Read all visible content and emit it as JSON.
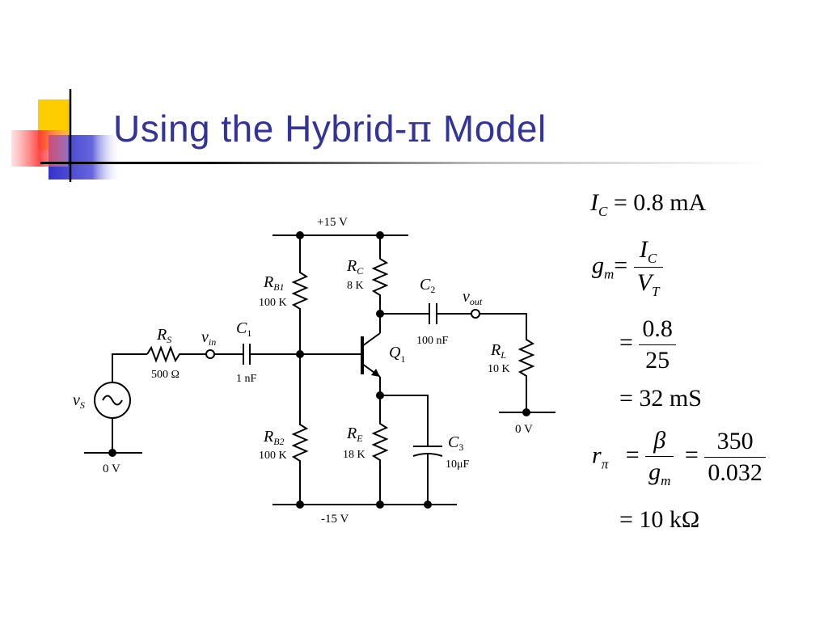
{
  "slide": {
    "title_prefix": "Using the Hybrid-",
    "title_symbol": "π",
    "title_suffix": " Model"
  },
  "colors": {
    "title": "#333399",
    "deco_yellow": "#ffcc00",
    "deco_blue": "#3333cc",
    "deco_red": "#ff3333"
  },
  "circuit": {
    "supply_pos": "+15 V",
    "supply_neg": "-15 V",
    "ground_left": "0 V",
    "ground_right": "0 V",
    "vs": {
      "sym": "v",
      "sub": "S"
    },
    "rs": {
      "sym": "R",
      "sub": "S",
      "value": "500 Ω"
    },
    "vin": {
      "sym": "v",
      "sub": "in"
    },
    "c1": {
      "sym": "C",
      "sub": "1",
      "value": "1 nF"
    },
    "rb1": {
      "sym": "R",
      "sub": "B1",
      "value": "100 K"
    },
    "rb2": {
      "sym": "R",
      "sub": "B2",
      "value": "100 K"
    },
    "rc": {
      "sym": "R",
      "sub": "C",
      "value": "8 K"
    },
    "re": {
      "sym": "R",
      "sub": "E",
      "value": "18 K"
    },
    "c2": {
      "sym": "C",
      "sub": "2",
      "value": "100 nF"
    },
    "c3": {
      "sym": "C",
      "sub": "3",
      "value": "10μF"
    },
    "q1": {
      "sym": "Q",
      "sub": "1"
    },
    "vout": {
      "sym": "v",
      "sub": "out"
    },
    "rl": {
      "sym": "R",
      "sub": "L",
      "value": "10 K"
    }
  },
  "equations": {
    "ic_sym": "I",
    "ic_sub": "C",
    "ic_val": "= 0.8 mA",
    "gm_sym": "g",
    "gm_sub": "m",
    "gm_eq": "=",
    "gm_num_sym": "I",
    "gm_num_sub": "C",
    "gm_den_sym": "V",
    "gm_den_sub": "T",
    "eq2_lead": "=",
    "eq2_num": "0.8",
    "eq2_den": "25",
    "eq3": "= 32 mS",
    "rpi_sym": "r",
    "rpi_sub": "π",
    "rpi_eq": "=",
    "rpi_num1": "β",
    "rpi_den1_sym": "g",
    "rpi_den1_sub": "m",
    "rpi_eq2": "=",
    "rpi_num2": "350",
    "rpi_den2": "0.032",
    "eq5": "= 10 kΩ"
  }
}
